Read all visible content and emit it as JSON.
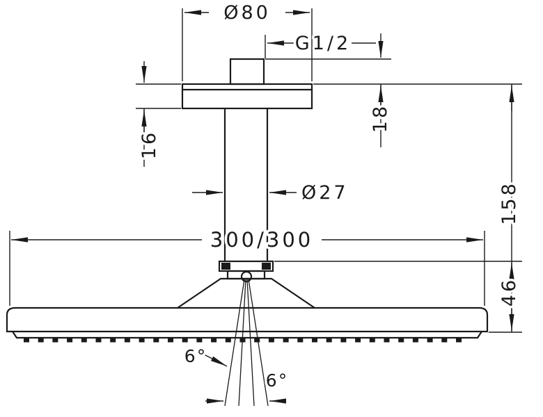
{
  "drawing": {
    "labels": {
      "top_diameter": "Ø80",
      "thread_size": "G1/2",
      "flange_thickness": "16",
      "thread_height": "18",
      "pipe_diameter": "Ø27",
      "head_dimensions": "300/300",
      "overall_height": "158",
      "head_height": "46",
      "spray_angle_left": "6°",
      "spray_angle_right": "6°"
    },
    "colors": {
      "line": "#1a1a1a",
      "background": "#ffffff"
    }
  }
}
